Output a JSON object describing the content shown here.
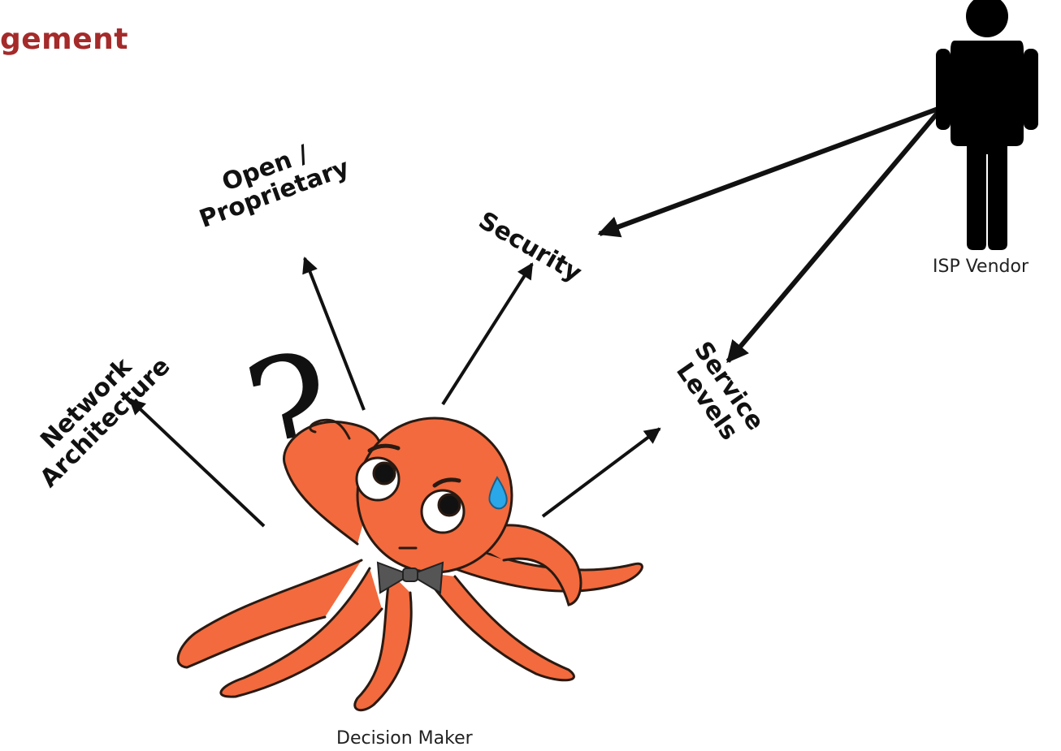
{
  "title": "gement",
  "labels": {
    "open_line1": "Open /",
    "open_line2": "Proprietary",
    "security": "Security",
    "network_line1": "Network",
    "network_line2": "Architecture",
    "service_line1": "Service",
    "service_line2": "Levels"
  },
  "question_mark": "?",
  "captions": {
    "vendor": "ISP Vendor",
    "decision_maker": "Decision Maker"
  },
  "colors": {
    "title": "#a52a2a",
    "octopus": "#f26a3d",
    "octopus_outline": "#2a1a12",
    "arrow": "#111111",
    "person": "#000000",
    "bowtie": "#555555",
    "sweat_drop": "#2aa7e8"
  },
  "icons": {
    "person": "person-icon",
    "octopus": "octopus-icon",
    "bowtie": "bowtie-icon",
    "sweat": "sweat-drop-icon"
  }
}
